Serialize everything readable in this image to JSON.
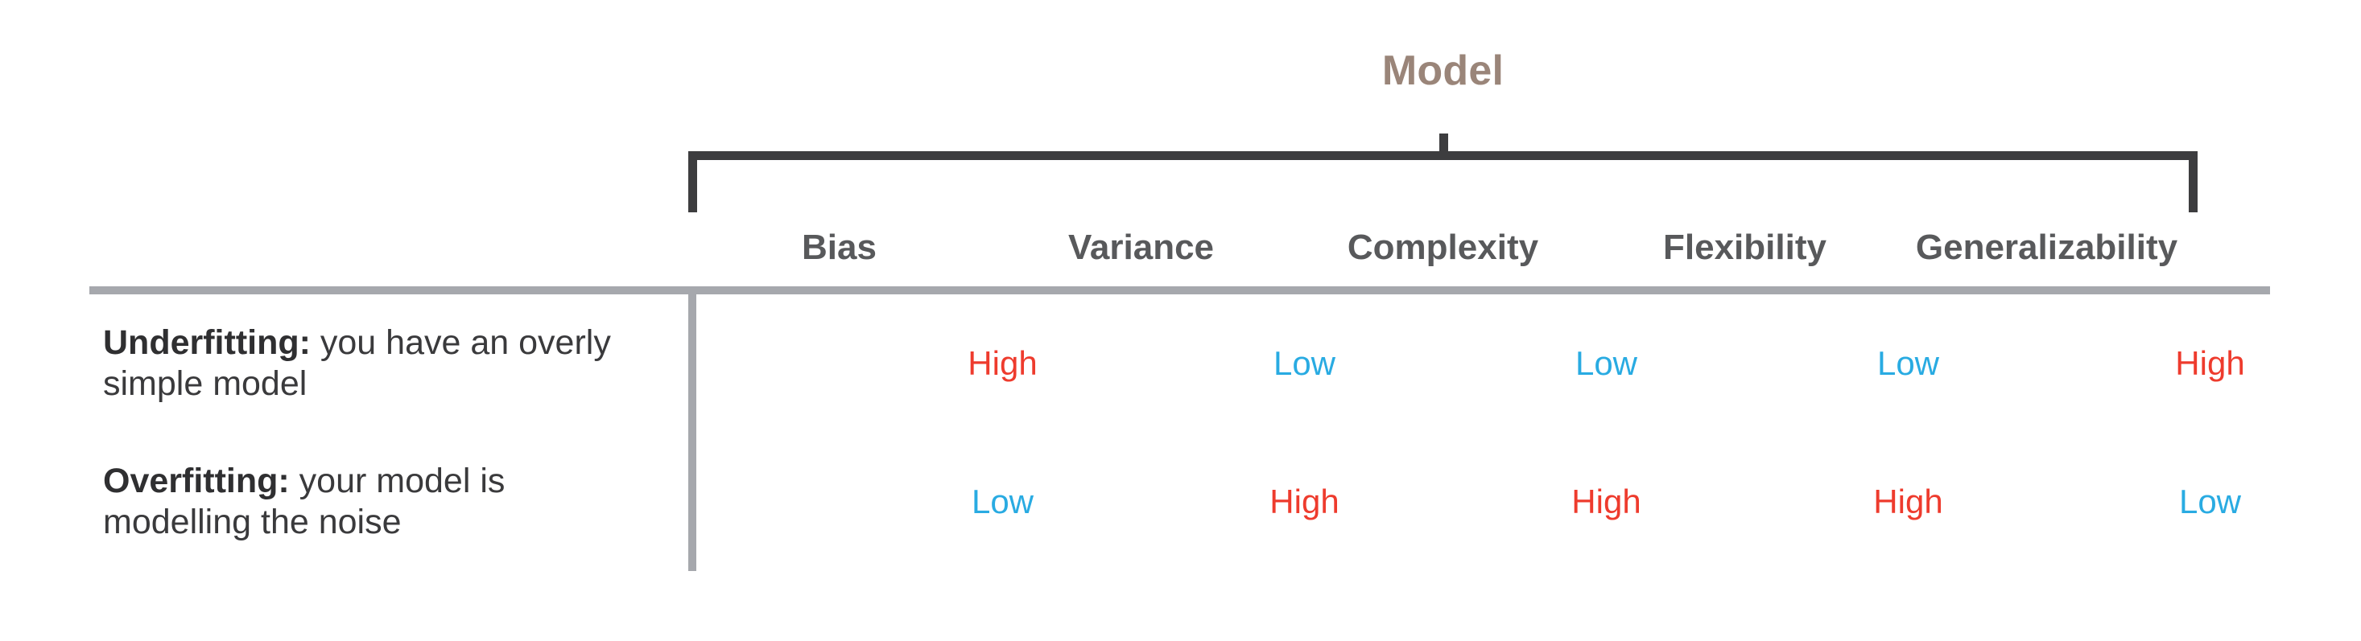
{
  "group": {
    "title": "Model"
  },
  "columns": [
    {
      "label": "Bias"
    },
    {
      "label": "Variance"
    },
    {
      "label": "Complexity"
    },
    {
      "label": "Flexibility"
    },
    {
      "label": "Generalizability"
    }
  ],
  "rows": [
    {
      "term": "Underfitting:",
      "description": " you have an overly simple model",
      "values": [
        "High",
        "Low",
        "Low",
        "Low",
        "High"
      ]
    },
    {
      "term": "Overfitting:",
      "description": " your model is modelling the noise",
      "values": [
        "Low",
        "High",
        "High",
        "High",
        "Low"
      ]
    }
  ],
  "colors": {
    "high": "#ee3b2d",
    "low": "#29abe2",
    "title": "#9a8579",
    "header": "#58595b",
    "rule": "#a6a8ad",
    "bracket": "#3d3d3f",
    "label_text": "#3a3a3c",
    "background": "#ffffff"
  }
}
